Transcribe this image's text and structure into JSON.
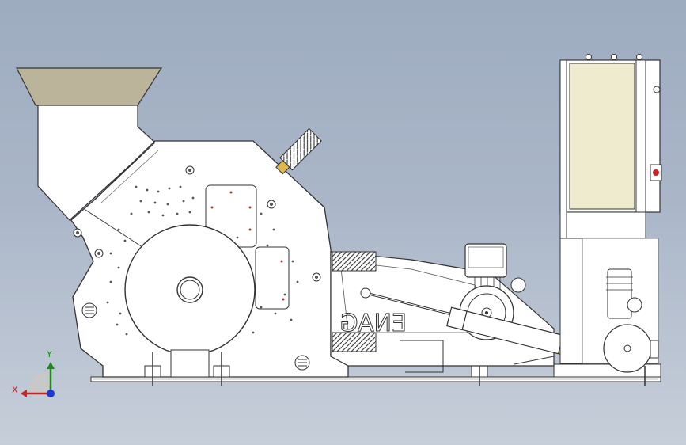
{
  "viewport": {
    "background_top": "#9eacc0",
    "background_bottom": "#c6ced9",
    "line_color": "#333333",
    "fill_color": "#ffffff",
    "hopper_color": "#bcb49a",
    "cabinet_color": "#efebcf",
    "accent_red": "#cc2222"
  },
  "triad": {
    "x_label": "X",
    "y_label": "Y",
    "x_color": "#cc2222",
    "y_color": "#1a8a1a",
    "z_color": "#1a3ad6"
  },
  "model": {
    "housing_lettering": "ENAG",
    "icons": [
      "hopper-icon",
      "crusher-housing-icon",
      "rotor-disc-icon",
      "motor-icon",
      "belt-pulley-icon",
      "control-cabinet-icon",
      "spring-icon",
      "coordinate-triad-icon"
    ]
  }
}
